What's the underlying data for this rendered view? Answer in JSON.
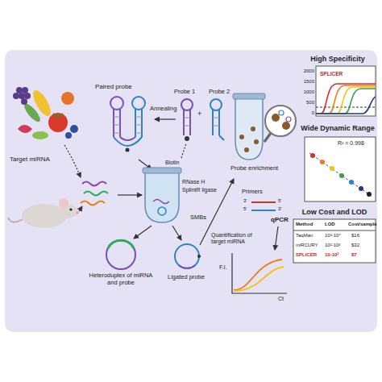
{
  "diagram": {
    "nodes": [
      {
        "text": [
          "High Specificity"
        ]
      },
      {
        "text": [
          "Wide Dynamic Range"
        ]
      },
      {
        "text": [
          "Low Cost and LOD"
        ]
      }
    ],
    "labels": [
      "Target miRNA",
      "Paired probe",
      "Probe 1",
      "+",
      "Probe 2",
      "Annealing",
      "Biotin",
      "RNase H",
      "SplintR ligase",
      "Heteroduplex of miRNA and probe",
      "Ligated probe",
      "SMBs",
      "Probe enrichment",
      "Primers",
      "3'",
      "5'",
      "5'",
      "3'",
      "qPCR",
      "Quantification of target miRNA",
      "F.I.",
      "Ct",
      "2000",
      "1500",
      "1000",
      "500",
      "0",
      "SPLICER",
      "R² = 0.998",
      "Method",
      "LOD",
      "Cost/sample",
      "TaqMan",
      "10³-10⁴",
      "$16",
      "miRCURY",
      "10²-10³",
      "$32",
      "SPLICER",
      "10-10²",
      "$7"
    ]
  }
}
